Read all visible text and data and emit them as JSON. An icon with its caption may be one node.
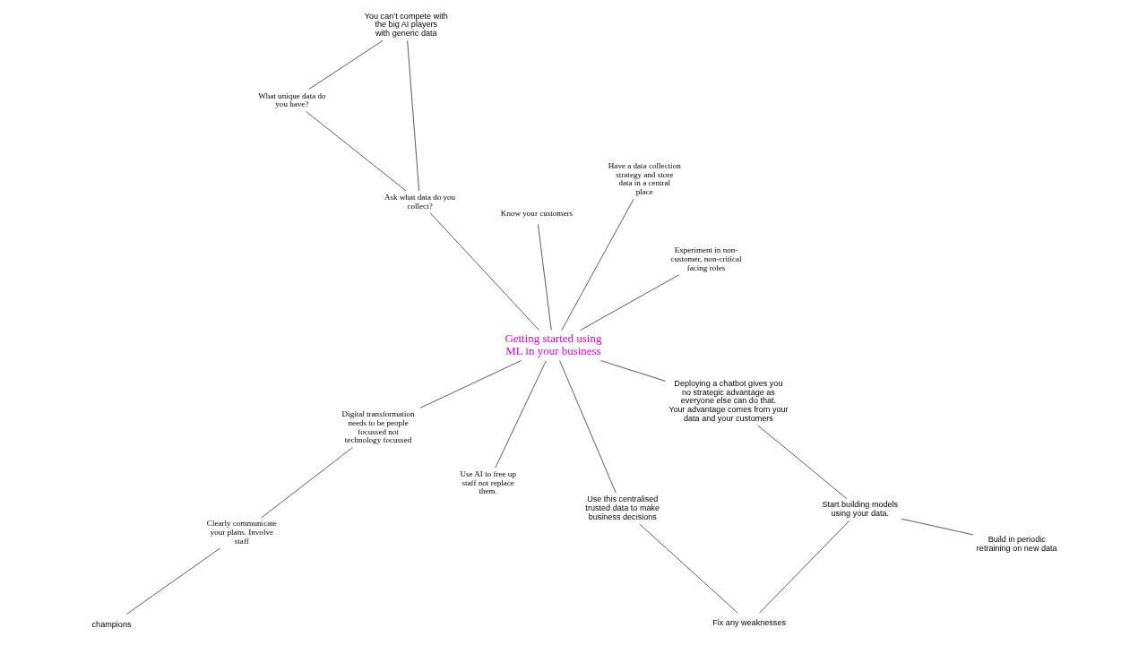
{
  "diagram": {
    "nodes": [
      {
        "text": [
          "Getting started using ML in your business"
        ]
      },
      {
        "text": [
          "Digital transformation needs to be people focussed not technology focussed"
        ]
      },
      {
        "text": [
          "Use AI to free up staff not replace them."
        ]
      },
      {
        "text": [
          "Know your customers"
        ]
      },
      {
        "text": [
          "Deploying a chatbot gives you no strategic advantage as everyone else can do that.  Your advantage comes from your data and your customers"
        ]
      },
      {
        "text": [
          "Clearly communicate your plans. Involve staff"
        ]
      },
      {
        "text": [
          "champions"
        ]
      },
      {
        "text": [
          "Build in periodic retraining on new data"
        ]
      },
      {
        "text": [
          "Ask what data do you collect?"
        ]
      },
      {
        "text": [
          "Start building models using your data."
        ]
      },
      {
        "text": [
          "Use this centralised trusted data to make business decisions"
        ]
      },
      {
        "text": [
          "What unique data do you have?"
        ]
      },
      {
        "text": [
          "You can’t compete with the big AI players with generic data"
        ]
      },
      {
        "text": [
          "Experiment in non-customer, non-critical facing roles"
        ]
      },
      {
        "text": [
          "Have a data collection strategy and store data in a central place"
        ]
      },
      {
        "text": [
          "Fix any weaknesses"
        ]
      }
    ],
    "edges": [
      {
        "from": 0,
        "to": 1,
        "arrow": "none"
      },
      {
        "from": 0,
        "to": 2,
        "arrow": "none"
      },
      {
        "from": 0,
        "to": 3,
        "arrow": "none"
      },
      {
        "from": 0,
        "to": 4,
        "arrow": "none"
      },
      {
        "from": 1,
        "to": 5,
        "arrow": "none"
      },
      {
        "from": 5,
        "to": 6,
        "arrow": "none"
      },
      {
        "from": 0,
        "to": 8,
        "arrow": "none"
      },
      {
        "from": 8,
        "to": 11,
        "arrow": "none"
      },
      {
        "from": 8,
        "to": 12,
        "arrow": "none"
      },
      {
        "from": 11,
        "to": 12,
        "arrow": "none"
      },
      {
        "from": 0,
        "to": 13,
        "arrow": "none"
      },
      {
        "from": 0,
        "to": 14,
        "arrow": "none"
      },
      {
        "from": 0,
        "to": 10,
        "arrow": "none"
      },
      {
        "from": 4,
        "to": 9,
        "arrow": "none"
      },
      {
        "from": 7,
        "to": 9,
        "arrow": "none"
      },
      {
        "from": 9,
        "to": 15,
        "arrow": "none"
      },
      {
        "from": 10,
        "to": 15,
        "arrow": "none"
      }
    ]
  }
}
